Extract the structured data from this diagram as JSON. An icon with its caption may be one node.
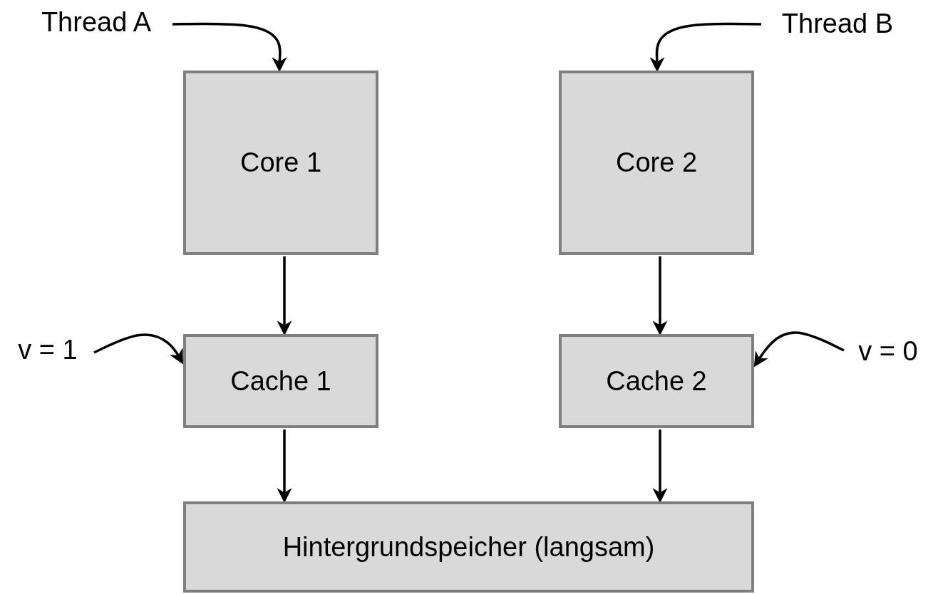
{
  "diagram": {
    "nodes": [
      {
        "text": [
          "Thread A"
        ]
      },
      {
        "text": [
          "Thread B"
        ]
      },
      {
        "text": [
          "Core 1"
        ]
      },
      {
        "text": [
          "Core 2"
        ]
      },
      {
        "text": [
          "v = 1"
        ]
      },
      {
        "text": [
          "Cache 1"
        ]
      },
      {
        "text": [
          "Cache 2"
        ]
      },
      {
        "text": [
          "v = 0"
        ]
      },
      {
        "text": [
          "Hintergrundspeicher (langsam)"
        ]
      }
    ],
    "edges": [
      {
        "from": 0,
        "to": 2,
        "arrow": "to"
      },
      {
        "from": 1,
        "to": 3,
        "arrow": "to"
      },
      {
        "from": 2,
        "to": 5,
        "arrow": "to"
      },
      {
        "from": 3,
        "to": 6,
        "arrow": "to"
      },
      {
        "from": 4,
        "to": 5,
        "arrow": "to"
      },
      {
        "from": 7,
        "to": 6,
        "arrow": "to"
      },
      {
        "from": 5,
        "to": 8,
        "arrow": "to"
      },
      {
        "from": 6,
        "to": 8,
        "arrow": "to"
      }
    ]
  }
}
